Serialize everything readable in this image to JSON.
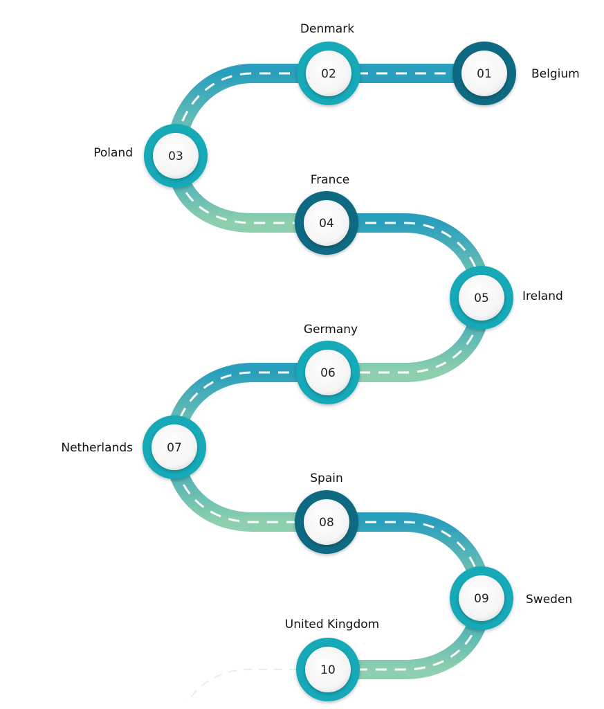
{
  "nodes": [
    {
      "num": "01",
      "label": "Belgium",
      "ring": "dark"
    },
    {
      "num": "02",
      "label": "Denmark",
      "ring": "light"
    },
    {
      "num": "03",
      "label": "Poland",
      "ring": "light"
    },
    {
      "num": "04",
      "label": "France",
      "ring": "dark"
    },
    {
      "num": "05",
      "label": "Ireland",
      "ring": "light"
    },
    {
      "num": "06",
      "label": "Germany",
      "ring": "light"
    },
    {
      "num": "07",
      "label": "Netherlands",
      "ring": "light"
    },
    {
      "num": "08",
      "label": "Spain",
      "ring": "dark"
    },
    {
      "num": "09",
      "label": "Sweden",
      "ring": "light"
    },
    {
      "num": "10",
      "label": "United Kingdom",
      "ring": "light"
    }
  ],
  "colors": {
    "road_top": "#2a9fbd",
    "road_bottom": "#8ed0ad",
    "ring_light": "#17a9b8",
    "ring_dark": "#0f6a82",
    "dash": "#ffffff",
    "node_face": "#f4f4f4"
  }
}
